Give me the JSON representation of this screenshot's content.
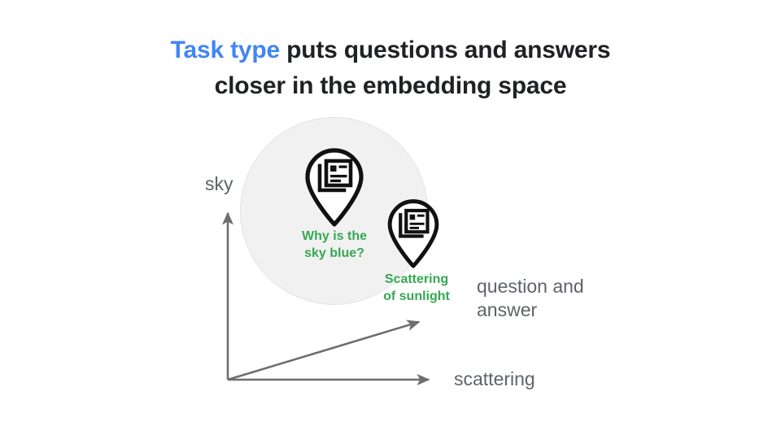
{
  "slide": {
    "background_color": "#FFFFFF",
    "title": {
      "accent_text": "Task type",
      "accent_color": "#4285F4",
      "rest_line1": " puts questions and answers",
      "line2": "closer in the embedding space"
    }
  },
  "diagram": {
    "type": "embedding-space-scatter",
    "cluster": {
      "fill_color": "#F1F1F1",
      "border_color": "#E3E3E3"
    },
    "axes": [
      {
        "name": "y-axis",
        "label": "sky",
        "color": "#5F6368"
      },
      {
        "name": "x-axis",
        "label": "scattering",
        "color": "#5F6368"
      },
      {
        "name": "diagonal-axis",
        "label": "question and\nanswer",
        "color": "#5F6368"
      }
    ],
    "axis_labels": {
      "sky": "sky",
      "scattering": "scattering",
      "question_and_answer": "question and\nanswer"
    },
    "points": [
      {
        "id": "question-point",
        "icon": "article-pin-icon",
        "label": "Why is the\nsky blue?",
        "label_color": "#34A853",
        "inside_cluster": true
      },
      {
        "id": "answer-point",
        "icon": "article-pin-icon",
        "label": "Scattering\nof sunlight",
        "label_color": "#34A853",
        "inside_cluster": false
      }
    ]
  }
}
